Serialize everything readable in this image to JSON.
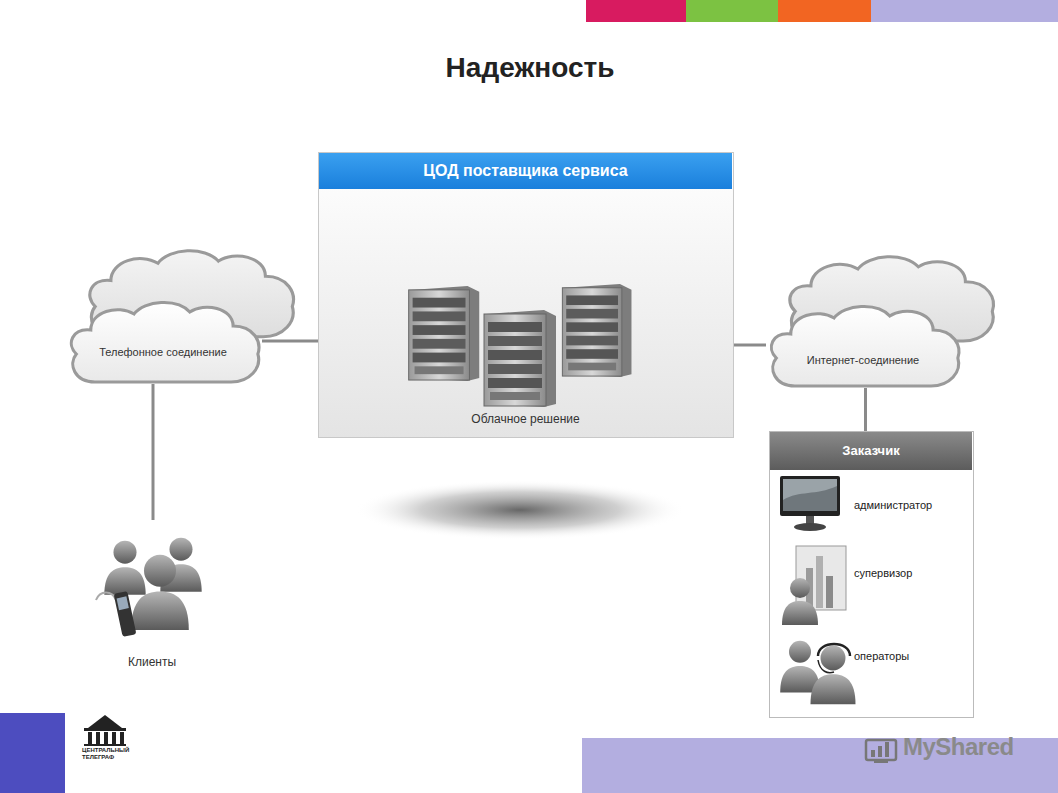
{
  "diagram": {
    "title": "Надежность",
    "nodes": [
      {
        "text": [
          "ЦОД поставщика сервиса",
          "Облачное решение"
        ]
      },
      {
        "text": [
          "Телефонное соединение"
        ]
      },
      {
        "text": [
          "Интернет-соединение"
        ]
      },
      {
        "text": [
          "Клиенты"
        ]
      },
      {
        "text": [
          "Заказчик",
          "администратор",
          "супервизор",
          "операторы"
        ]
      }
    ],
    "edges": [
      {
        "from": 1,
        "to": 0,
        "arrow": "none"
      },
      {
        "from": 0,
        "to": 2,
        "arrow": "none"
      },
      {
        "from": 1,
        "to": 3,
        "arrow": "none"
      },
      {
        "from": 2,
        "to": 4,
        "arrow": "none"
      }
    ],
    "labels": [
      "ЦЕНТРАЛЬНЫЙ ТЕЛЕГРАФ",
      "MyShared"
    ]
  }
}
